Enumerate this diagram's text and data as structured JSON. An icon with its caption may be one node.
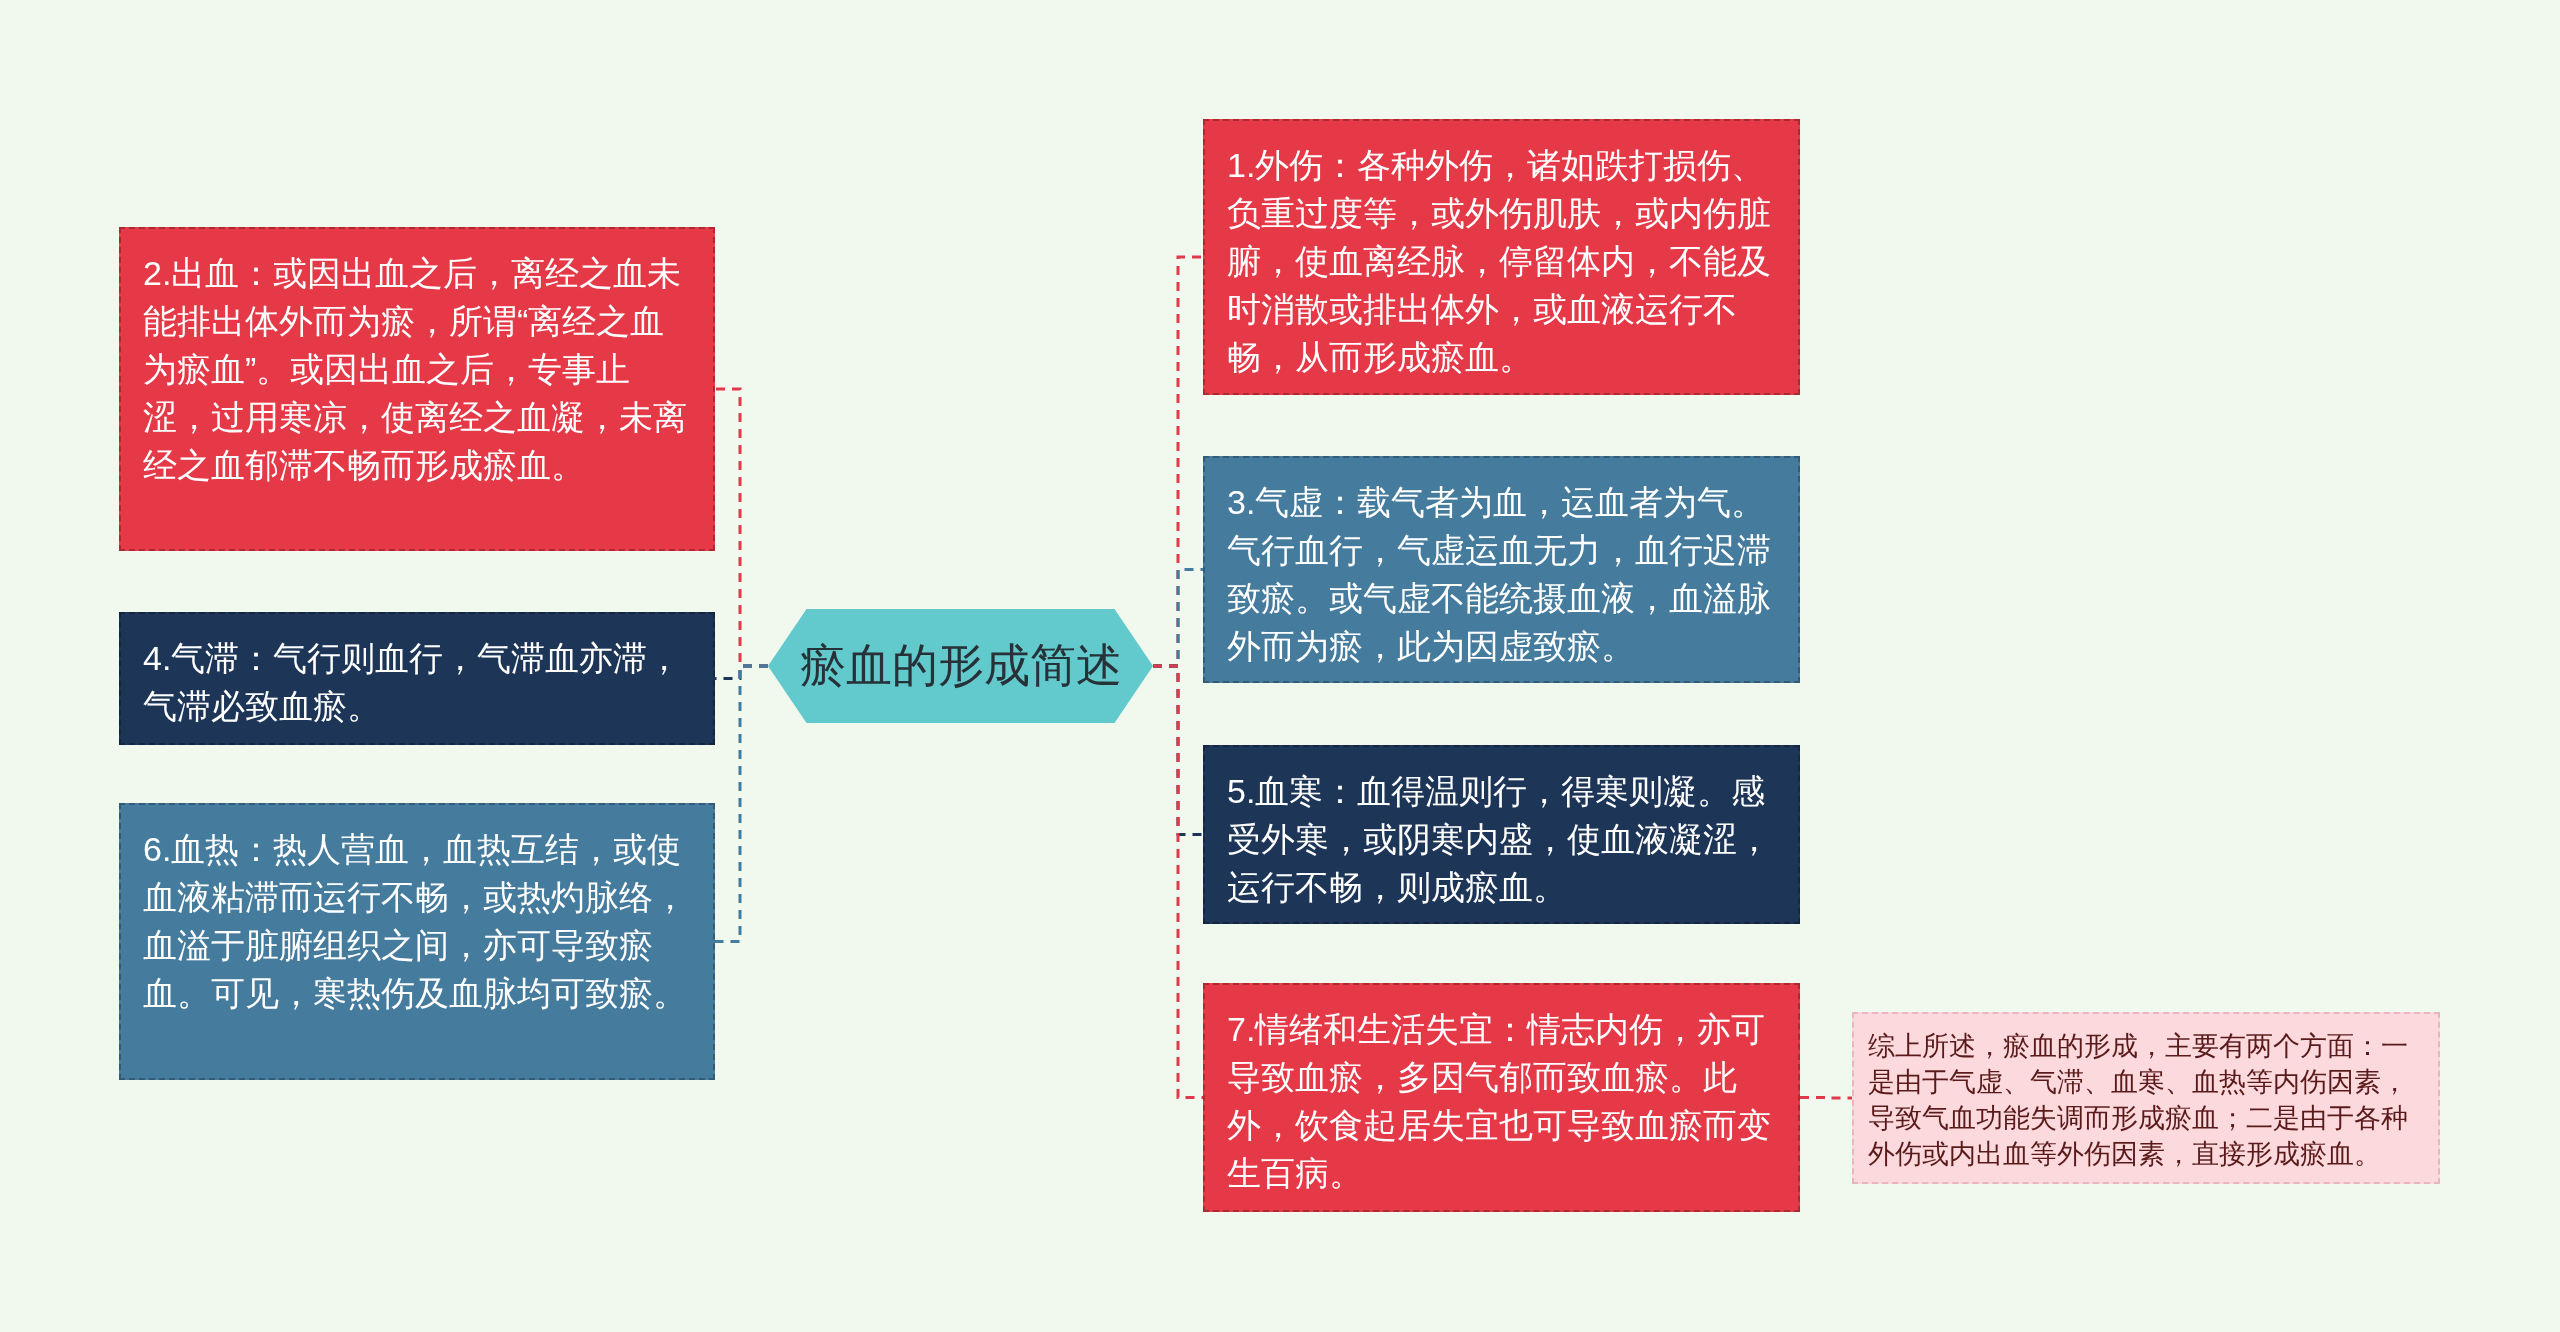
{
  "diagram": {
    "nodes": [
      {
        "text": [
          "瘀血的形成简述"
        ]
      },
      {
        "text": [
          "1.外伤：各种外伤，诸如跌打损伤、负重过度等，或外伤肌肤，或内伤脏腑，使血离经脉，停留体内，不能及时消散或排出体外，或血液运行不畅，从而形成瘀血。"
        ]
      },
      {
        "text": [
          "2.出血：或因出血之后，离经之血未能排出体外而为瘀，所谓“离经之血为瘀血”。或因出血之后，专事止涩，过用寒凉，使离经之血凝，未离经之血郁滞不畅而形成瘀血。"
        ]
      },
      {
        "text": [
          "3.气虚：载气者为血，运血者为气。气行血行，气虚运血无力，血行迟滞致瘀。或气虚不能统摄血液，血溢脉外而为瘀，此为因虚致瘀。"
        ]
      },
      {
        "text": [
          "4.气滞：气行则血行，气滞血亦滞，气滞必致血瘀。"
        ]
      },
      {
        "text": [
          "5.血寒：血得温则行，得寒则凝。感受外寒，或阴寒内盛，使血液凝涩，运行不畅，则成瘀血。"
        ]
      },
      {
        "text": [
          "6.血热：热人营血，血热互结，或使血液粘滞而运行不畅，或热灼脉络，血溢于脏腑组织之间，亦可导致瘀血。可见，寒热伤及血脉均可致瘀。"
        ]
      },
      {
        "text": [
          "7.情绪和生活失宜：情志内伤，亦可导致血瘀，多因气郁而致血瘀。此外，饮食起居失宜也可导致血瘀而变生百病。"
        ]
      },
      {
        "text": [
          "综上所述，瘀血的形成，主要有两个方面：一是由于气虚、气滞、血寒、血热等内伤因素，导致气血功能失调而形成瘀血；二是由于各种外伤或内出血等外伤因素，直接形成瘀血。"
        ]
      }
    ],
    "edges": [
      {
        "from": 0,
        "to": 1,
        "arrow": "none",
        "color": "#e03a4a"
      },
      {
        "from": 0,
        "to": 2,
        "arrow": "none",
        "color": "#e03a4a"
      },
      {
        "from": 0,
        "to": 3,
        "arrow": "none",
        "color": "#457b9d"
      },
      {
        "from": 0,
        "to": 4,
        "arrow": "none",
        "color": "#1d3557"
      },
      {
        "from": 0,
        "to": 5,
        "arrow": "none",
        "color": "#1d3557"
      },
      {
        "from": 0,
        "to": 6,
        "arrow": "none",
        "color": "#457b9d"
      },
      {
        "from": 0,
        "to": 7,
        "arrow": "none",
        "color": "#e03a4a"
      },
      {
        "from": 7,
        "to": 8,
        "arrow": "none",
        "color": "#e03a4a"
      }
    ]
  }
}
